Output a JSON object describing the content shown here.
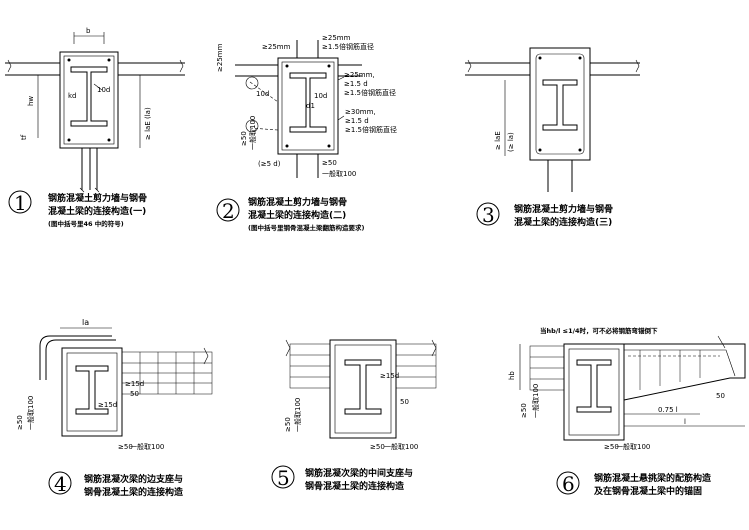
{
  "d1": {
    "number": "1",
    "caption_line1": "钢筋混凝土剪力墙与钢骨",
    "caption_line2": "混凝土梁的连接构造(一)",
    "caption_note": "(图中括号里46 中的符号)",
    "dim_b": "b",
    "dim_hw": "hw",
    "dim_tf": "tf",
    "dim_kd": "kd",
    "dim_10d": "10d",
    "dim_lae": "≥ laE (la)"
  },
  "d2": {
    "number": "2",
    "caption_line1": "钢筋混凝土剪力墙与钢骨",
    "caption_line2": "混凝土梁的连接构造(二)",
    "caption_note": "(图中括号里钢骨混凝土梁翻筋构造要求)",
    "dim_top1": "≥25mm",
    "dim_top2": "≥25mm",
    "dim_top3": "≥1.5倍钢筋直径",
    "dim_left": "≥25mm",
    "dim_r1": "≥25mm,",
    "dim_r2": "≥1.5 d",
    "dim_r3": "≥1.5倍钢筋直径",
    "dim_r4": "≥30mm,",
    "dim_r5": "≥1.5 d",
    "dim_r6": "≥1.5倍钢筋直径",
    "dim_10d_a": "10d",
    "dim_10d_b": "10d",
    "dim_d1": "d1",
    "dim_50": "≥50",
    "dim_100": "一般取100",
    "dim_5d": "(≥5 d)",
    "dim_bot50": "≥50",
    "dim_bot100": "一般取100"
  },
  "d3": {
    "number": "3",
    "caption_line1": "钢筋混凝土剪力墙与钢骨",
    "caption_line2": "混凝土梁的连接构造(三)",
    "dim_lae": "≥ laE",
    "dim_la": "(≥ la)"
  },
  "d4": {
    "number": "4",
    "caption_line1": "钢筋混凝次梁的边支座与",
    "caption_line2": "钢骨混凝土梁的连接构造",
    "dim_la": "la",
    "dim_15d_a": "≥15d",
    "dim_15d_b": "≥15d",
    "dim_50_side": "50",
    "dim_50_left": "≥50",
    "dim_100_left": "一般取100",
    "dim_50_bot": "≥50",
    "dim_100_bot": "一般取100"
  },
  "d5": {
    "number": "5",
    "caption_line1": "钢筋混凝次梁的中间支座与",
    "caption_line2": "钢骨混凝土梁的连接构造",
    "dim_15d": "≥15d",
    "dim_50_side": "50",
    "dim_50_left": "≥50",
    "dim_100_left": "一般取100",
    "dim_50_bot": "≥50",
    "dim_100_bot": "一般取100"
  },
  "d6": {
    "number": "6",
    "caption_line1": "钢筋混凝土悬挑梁的配筋构造",
    "caption_line2": "及在钢骨混凝土梁中的锚固",
    "note_top": "当hb/l ≤1/4时，可不必将钢筋弯锚倒下",
    "dim_hb": "hb",
    "dim_075l": "0.75 l",
    "dim_l": "l",
    "dim_50_side": "50",
    "dim_50_left": "≥50",
    "dim_100_left": "一般取100",
    "dim_50_bot": "≥50",
    "dim_100_bot": "一般取100"
  }
}
